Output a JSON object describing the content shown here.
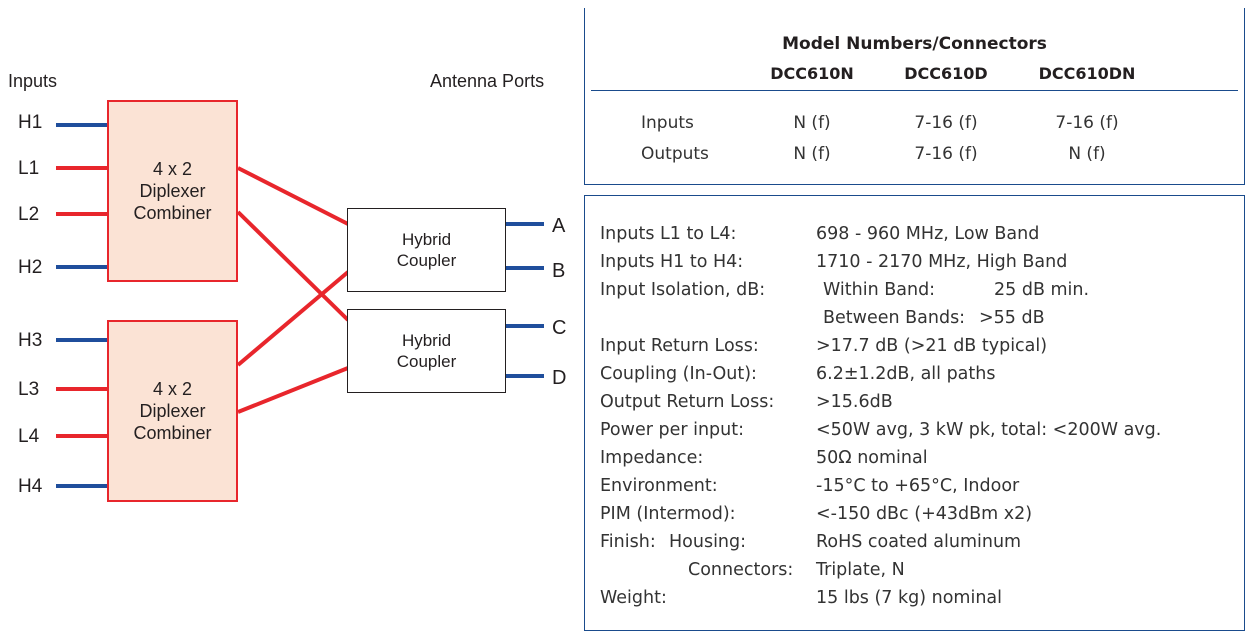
{
  "diagram": {
    "inputs_header": "Inputs",
    "antenna_ports_header": "Antenna Ports",
    "inputs": [
      "H1",
      "L1",
      "L2",
      "H2",
      "H3",
      "L3",
      "L4",
      "H4"
    ],
    "combiner_lines": [
      "4 x 2",
      "Diplexer",
      "Combiner"
    ],
    "coupler_lines": [
      "Hybrid",
      "Coupler"
    ],
    "ports": [
      "A",
      "B",
      "C",
      "D"
    ],
    "colors": {
      "high_band_line": "#1f4e9c",
      "low_band_line": "#e8262c",
      "combiner_fill": "#fbe3d5"
    }
  },
  "model_table": {
    "title": "Model Numbers/Connectors",
    "columns": [
      "DCC610N",
      "DCC610D",
      "DCC610DN"
    ],
    "rows": [
      {
        "label": "Inputs",
        "values": [
          "N (f)",
          "7-16 (f)",
          "7-16 (f)"
        ]
      },
      {
        "label": "Outputs",
        "values": [
          "N (f)",
          "7-16 (f)",
          "N (f)"
        ]
      }
    ]
  },
  "specs": {
    "inputs_l1_l4": {
      "label": "Inputs L1 to L4:",
      "value": "698 - 960 MHz, Low Band"
    },
    "inputs_h1_h4": {
      "label": "Inputs H1 to H4:",
      "value": "1710 - 2170 MHz, High Band"
    },
    "isolation": {
      "label": "Input Isolation, dB:",
      "within_label": "Within Band:",
      "within_value": "25 dB min.",
      "between_label": "Between Bands:",
      "between_value": ">55 dB"
    },
    "return_loss_in": {
      "label": "Input Return Loss:",
      "value": ">17.7 dB (>21 dB typical)"
    },
    "coupling": {
      "label": "Coupling (In-Out):",
      "value": "6.2±1.2dB, all paths"
    },
    "return_loss_out": {
      "label": "Output Return Loss:",
      "value": ">15.6dB"
    },
    "power": {
      "label": "Power per input:",
      "value": "<50W avg, 3 kW pk, total: <200W avg."
    },
    "impedance": {
      "label": "Impedance:",
      "value": "50Ω nominal"
    },
    "environment": {
      "label": "Environment:",
      "value": "-15°C to +65°C, Indoor"
    },
    "pim": {
      "label": "PIM (Intermod):",
      "value": "<-150 dBc (+43dBm x2)"
    },
    "finish": {
      "label": "Finish:",
      "housing_label": "Housing:",
      "housing_value": "RoHS coated aluminum",
      "connectors_label": "Connectors:",
      "connectors_value": "Triplate, N"
    },
    "weight": {
      "label": "Weight:",
      "value": "15 lbs (7 kg) nominal"
    }
  }
}
